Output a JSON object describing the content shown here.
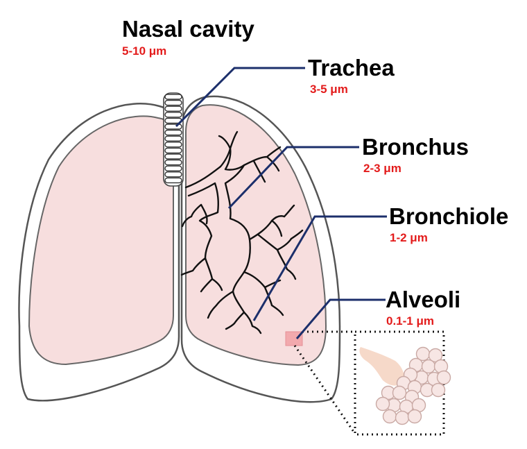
{
  "colors": {
    "lung_fill": "#f7dede",
    "leader_line": "#1c2f6b",
    "size_text": "#e31b1b",
    "alveoli_marker": "#f2a9ad",
    "alveoli_fill": "#f7e6e4",
    "alveoli_stroke": "#c9a9a4"
  },
  "labels": [
    {
      "id": "nasal-cavity",
      "name": "Nasal cavity",
      "size": "5-10 μm"
    },
    {
      "id": "trachea",
      "name": "Trachea",
      "size": "3-5 μm"
    },
    {
      "id": "bronchus",
      "name": "Bronchus",
      "size": "2-3 μm"
    },
    {
      "id": "bronchiole",
      "name": "Bronchiole",
      "size": "1-2 μm"
    },
    {
      "id": "alveoli",
      "name": "Alveoli",
      "size": "0.1-1 μm"
    }
  ]
}
